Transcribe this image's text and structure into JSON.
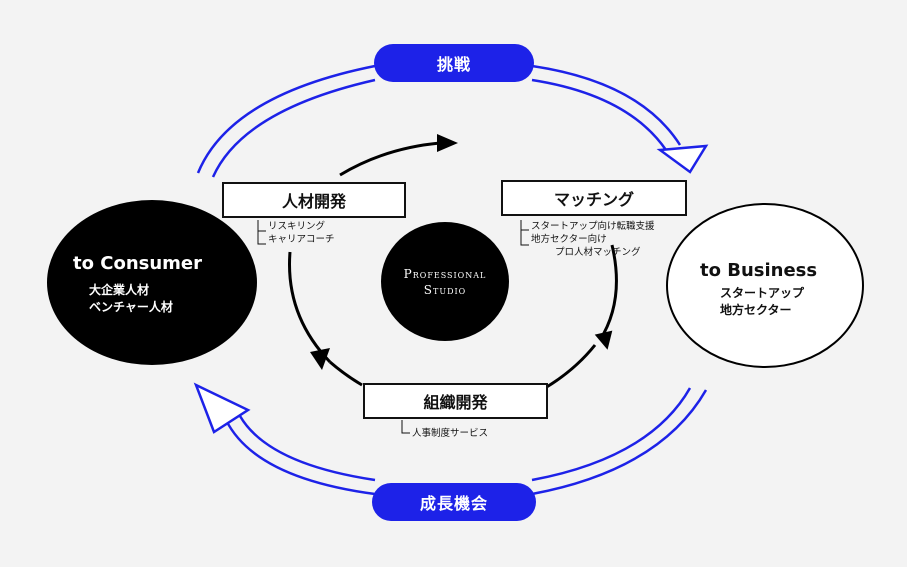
{
  "top_pill": "挑戦",
  "bottom_pill": "成長機会",
  "consumer": {
    "title": "to Consumer",
    "lines": [
      "大企業人材",
      "ベンチャー人材"
    ]
  },
  "business": {
    "title": "to Business",
    "lines": [
      "スタートアップ",
      "地方セクター"
    ]
  },
  "center": {
    "line1": "Professional",
    "line2": "Studio"
  },
  "boxes": {
    "jinzai": {
      "label": "人材開発",
      "items": [
        "リスキリング",
        "キャリアコーチ"
      ]
    },
    "matching": {
      "label": "マッチング",
      "items": [
        "スタートアップ向け転職支援",
        "地方セクター向け",
        "プロ人材マッチング"
      ]
    },
    "soshiki": {
      "label": "組織開発",
      "items": [
        "人事制度サービス"
      ]
    }
  },
  "colors": {
    "accent": "#1d22e8",
    "ink": "#111111"
  }
}
